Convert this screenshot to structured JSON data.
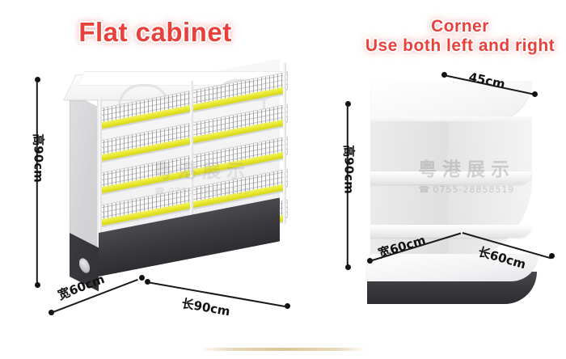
{
  "page": {
    "background_color": "#ffffff",
    "accent_color": "#e8413c"
  },
  "left_product": {
    "title": "Flat cabinet",
    "dimensions": {
      "height": {
        "label": "高90cm",
        "value": 90,
        "unit": "cm",
        "axis": "height"
      },
      "width": {
        "label": "宽60cm",
        "value": 60,
        "unit": "cm",
        "axis": "depth"
      },
      "length": {
        "label": "长90cm",
        "value": 90,
        "unit": "cm",
        "axis": "length"
      }
    },
    "shelf_count": 5,
    "rail_color": "#e7e72c",
    "base_color": "#3a3a3e"
  },
  "right_product": {
    "title_line1": "Corner",
    "title_line2": "Use both left and right",
    "dimensions": {
      "top": {
        "label": "45cm",
        "value": 45,
        "unit": "cm",
        "axis": "top-edge"
      },
      "height": {
        "label": "高90cm",
        "value": 90,
        "unit": "cm",
        "axis": "height"
      },
      "width": {
        "label": "宽60cm",
        "value": 60,
        "unit": "cm",
        "axis": "depth"
      },
      "length": {
        "label": "长60cm",
        "value": 60,
        "unit": "cm",
        "axis": "length"
      }
    },
    "shelf_count": 3,
    "base_color": "#3a3a3e"
  },
  "watermark": {
    "brand": "粤港展示",
    "phone": "0755-28858519",
    "phone_icon": "☎"
  }
}
